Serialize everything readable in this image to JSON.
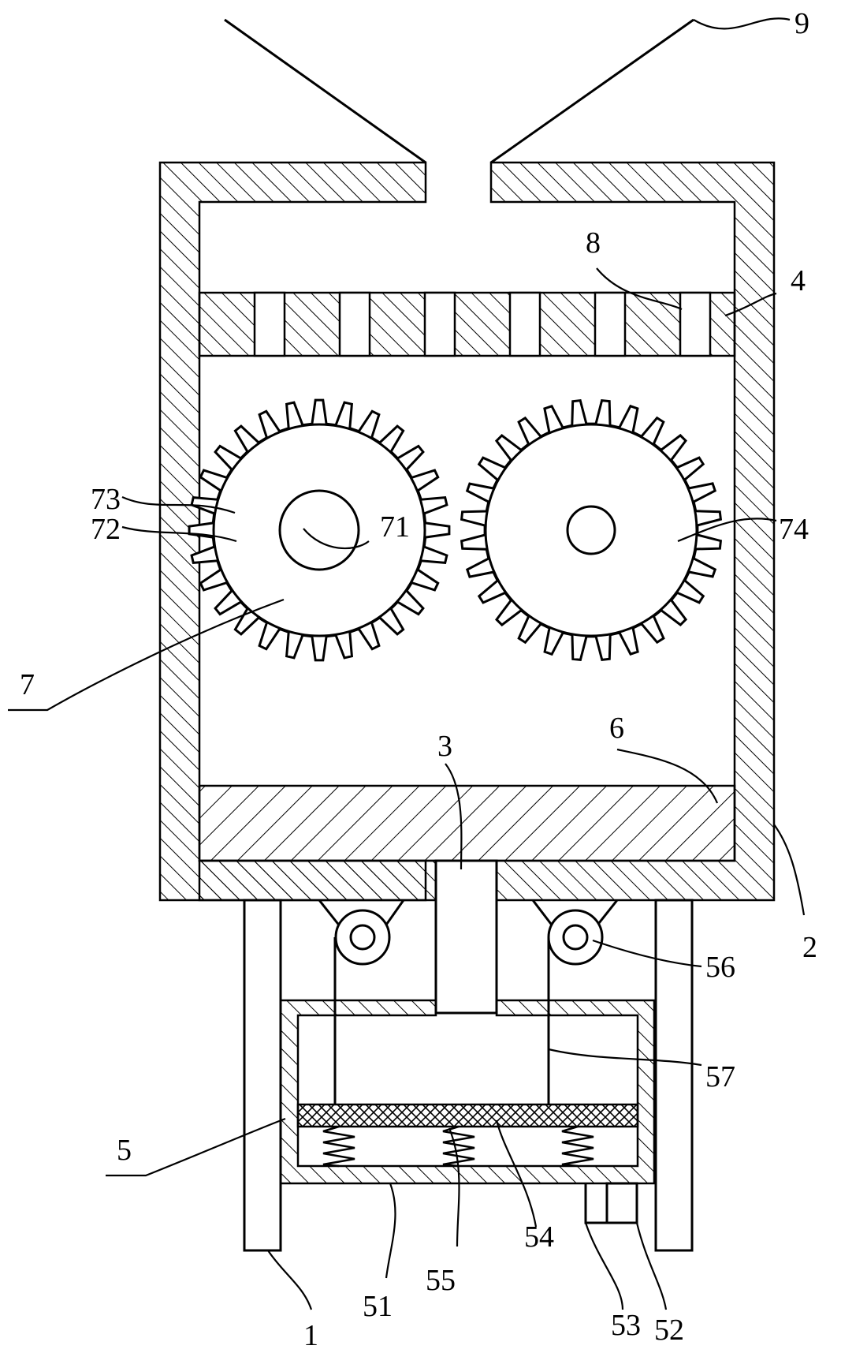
{
  "labels": {
    "l9": "9",
    "l8": "8",
    "l4": "4",
    "l73": "73",
    "l72": "72",
    "l71": "71",
    "l74": "74",
    "l7": "7",
    "l3": "3",
    "l6": "6",
    "l2": "2",
    "l56": "56",
    "l57": "57",
    "l5": "5",
    "l54": "54",
    "l55": "55",
    "l51": "51",
    "l53": "53",
    "l52": "52",
    "l1": "1"
  },
  "gears": {
    "tooth_count": 28,
    "left_phase_deg": 0,
    "right_phase_deg": 6.4
  },
  "screen": {
    "bars": 6
  }
}
